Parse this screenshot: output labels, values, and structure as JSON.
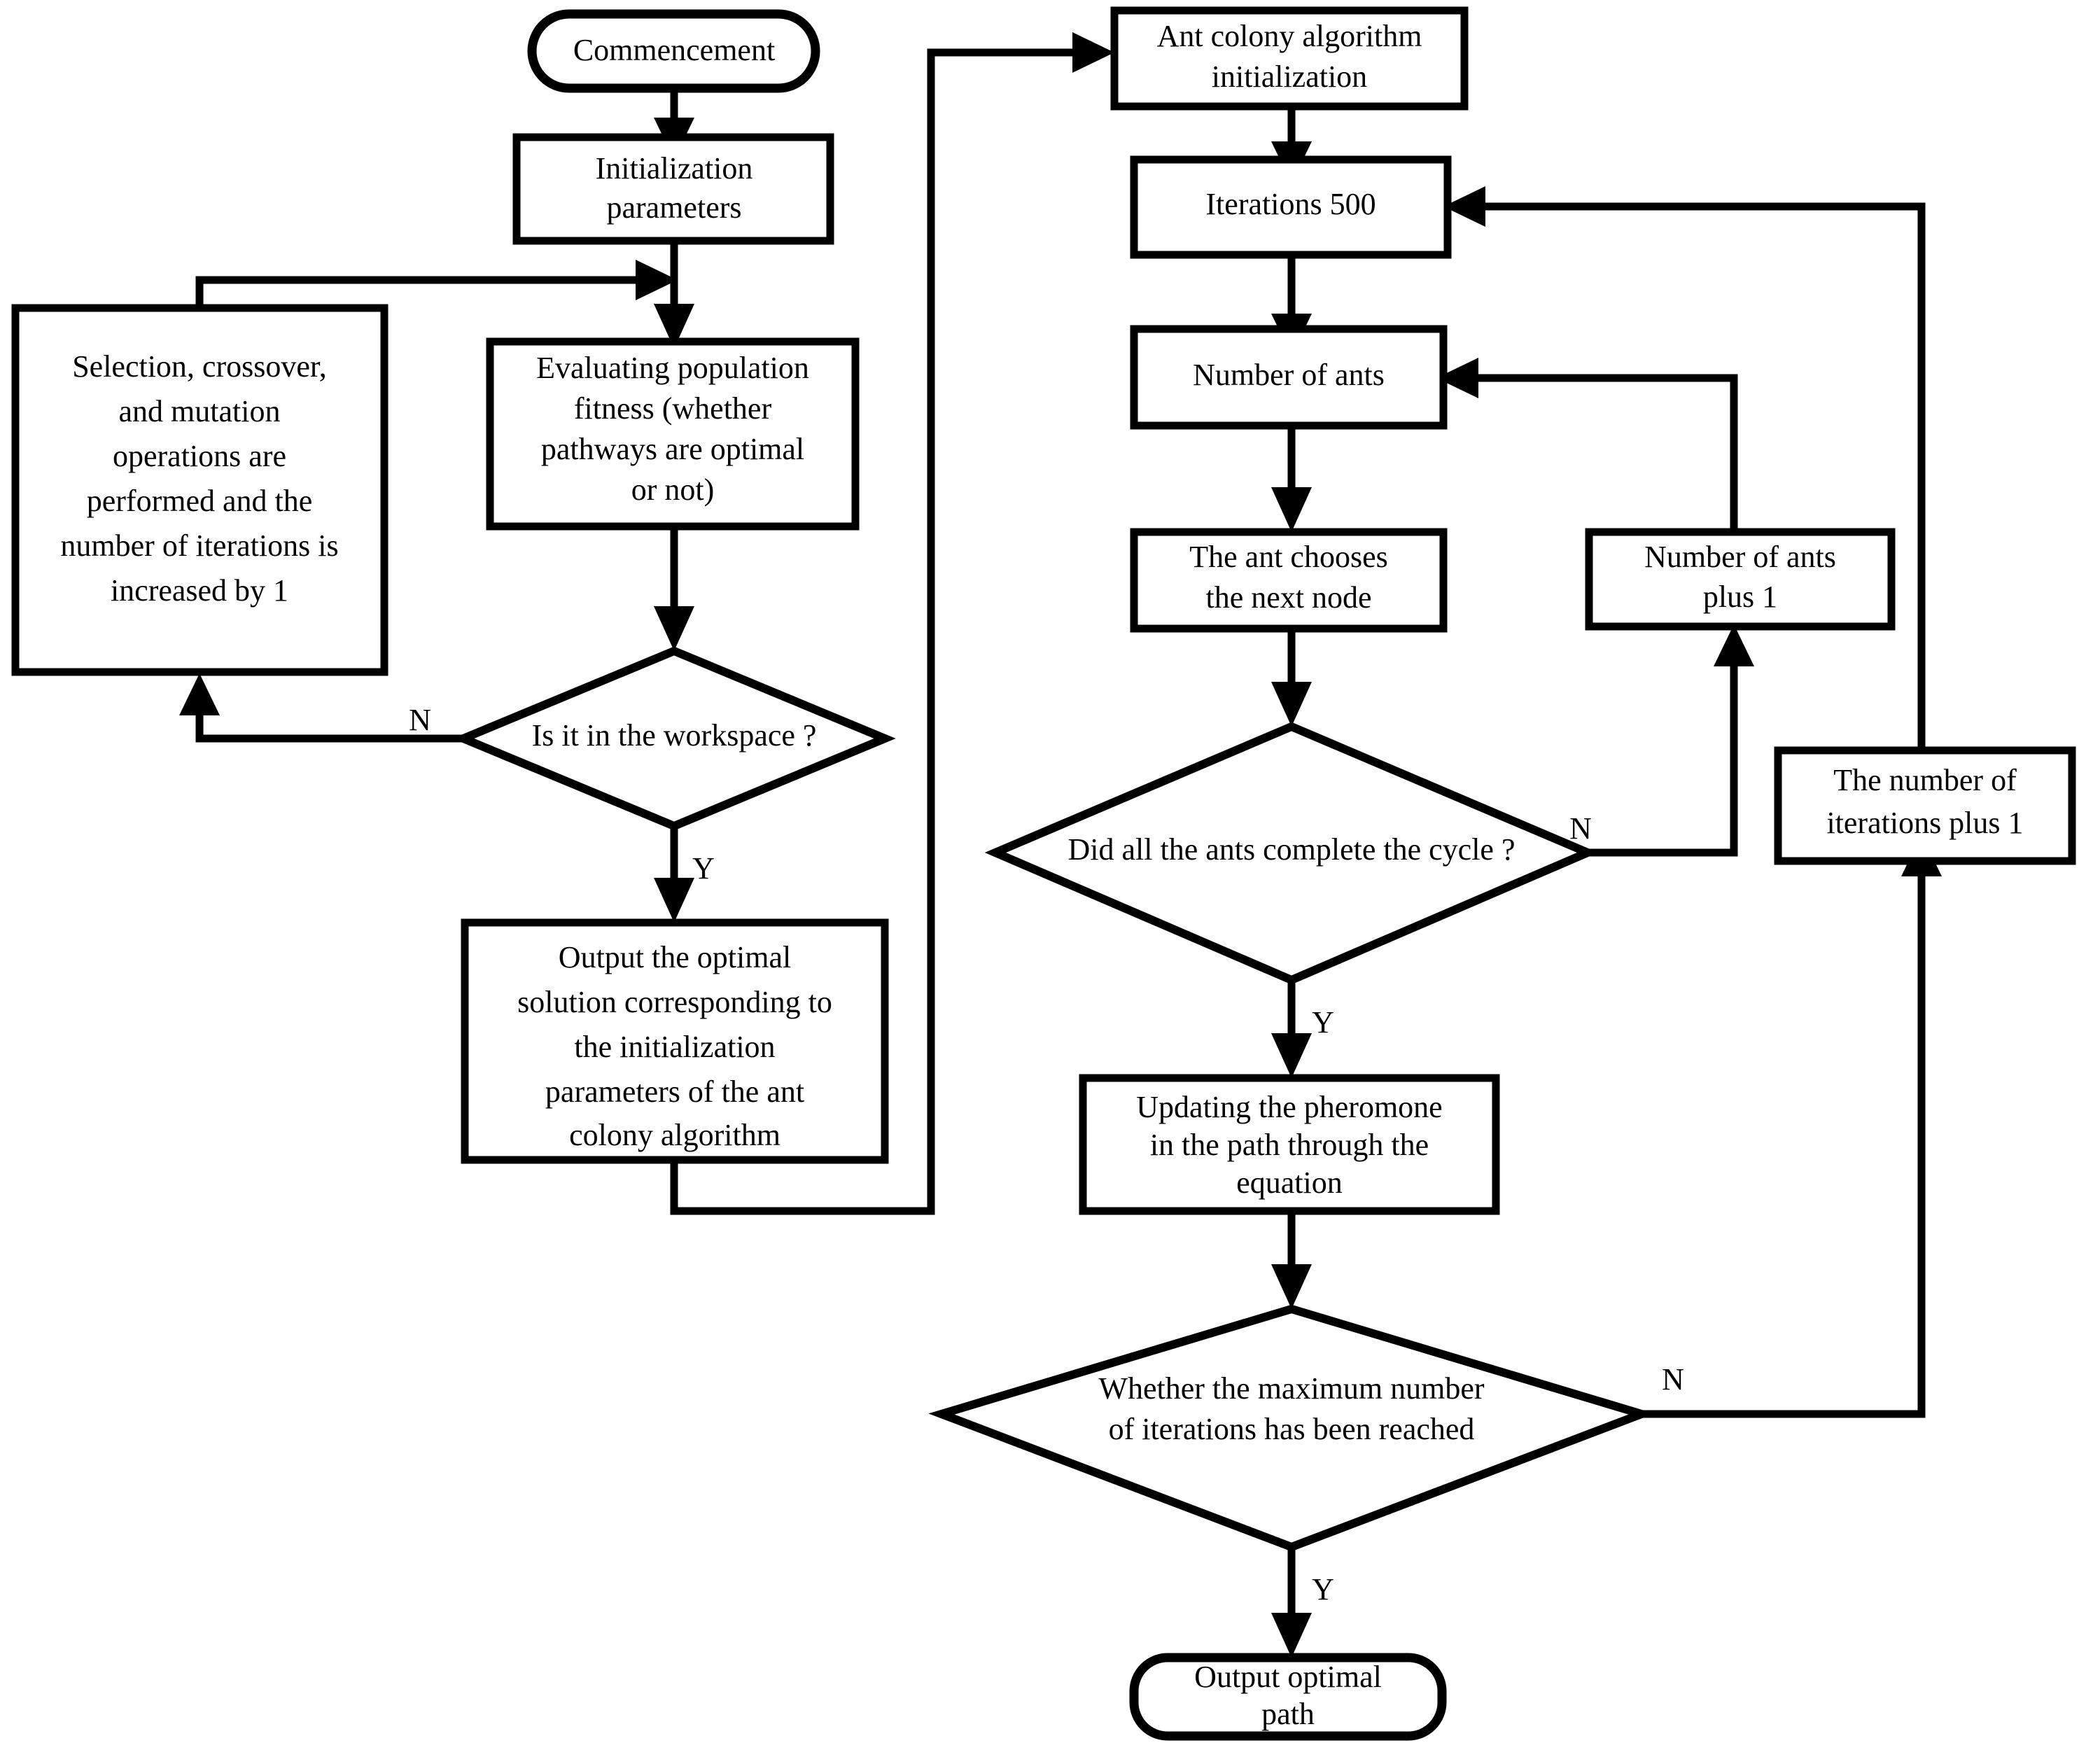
{
  "diagram": {
    "title": "Genetic algorithm and ant colony algorithm hybrid path planning flowchart",
    "stroke_color": "#000000",
    "fill_color": "#ffffff",
    "background": "#ffffff"
  },
  "nodes": {
    "commencement": {
      "shape": "terminal",
      "lines": [
        "Commencement"
      ]
    },
    "initialization_parameters": {
      "shape": "process",
      "lines": [
        "Initialization",
        "parameters"
      ]
    },
    "selection_crossover_mutation": {
      "shape": "process",
      "lines": [
        "Selection, crossover,",
        "and mutation",
        "operations are",
        "performed and the",
        "number of iterations is",
        "increased by 1"
      ]
    },
    "evaluating_population_fitness": {
      "shape": "process",
      "lines": [
        "Evaluating population",
        "fitness (whether",
        "pathways are optimal",
        "or not)"
      ]
    },
    "is_it_in_the_workspace": {
      "shape": "decision",
      "lines": [
        "Is it in the workspace ?"
      ]
    },
    "output_optimal_solution": {
      "shape": "process",
      "lines": [
        "Output the optimal",
        "solution corresponding to",
        "the initialization",
        "parameters of the ant",
        "colony algorithm"
      ]
    },
    "ant_colony_initialization": {
      "shape": "process",
      "lines": [
        "Ant colony algorithm",
        "initialization"
      ]
    },
    "iterations_500": {
      "shape": "process",
      "lines": [
        "Iterations 500"
      ]
    },
    "number_of_ants": {
      "shape": "process",
      "lines": [
        "Number of ants"
      ]
    },
    "ant_chooses_next_node": {
      "shape": "process",
      "lines": [
        "The ant chooses",
        "the next node"
      ]
    },
    "number_of_ants_plus_1": {
      "shape": "process",
      "lines": [
        "Number of ants",
        "plus 1"
      ]
    },
    "did_all_ants_complete_cycle": {
      "shape": "decision",
      "lines": [
        "Did all the ants complete the cycle ?"
      ]
    },
    "number_of_iterations_plus_1": {
      "shape": "process",
      "lines": [
        "The number of",
        "iterations plus 1"
      ]
    },
    "updating_pheromone": {
      "shape": "process",
      "lines": [
        "Updating the pheromone",
        "in the path through the",
        "equation"
      ]
    },
    "whether_max_iterations_reached": {
      "shape": "decision",
      "lines": [
        "Whether the maximum number",
        "of iterations has been reached"
      ]
    },
    "output_optimal_path": {
      "shape": "terminal",
      "lines": [
        "Output optimal",
        "path"
      ]
    }
  },
  "branch_labels": {
    "workspace_no": "N",
    "workspace_yes": "Y",
    "ants_cycle_no": "N",
    "ants_cycle_yes": "Y",
    "max_iterations_no": "N",
    "max_iterations_yes": "Y"
  },
  "edges": [
    {
      "from": "commencement",
      "to": "initialization_parameters",
      "label": ""
    },
    {
      "from": "initialization_parameters",
      "to": "evaluating_population_fitness",
      "label": ""
    },
    {
      "from": "evaluating_population_fitness",
      "to": "is_it_in_the_workspace",
      "label": ""
    },
    {
      "from": "is_it_in_the_workspace",
      "to": "selection_crossover_mutation",
      "label": "N"
    },
    {
      "from": "selection_crossover_mutation",
      "to": "evaluating_population_fitness",
      "label": ""
    },
    {
      "from": "is_it_in_the_workspace",
      "to": "output_optimal_solution",
      "label": "Y"
    },
    {
      "from": "output_optimal_solution",
      "to": "ant_colony_initialization",
      "label": ""
    },
    {
      "from": "ant_colony_initialization",
      "to": "iterations_500",
      "label": ""
    },
    {
      "from": "iterations_500",
      "to": "number_of_ants",
      "label": ""
    },
    {
      "from": "number_of_ants",
      "to": "ant_chooses_next_node",
      "label": ""
    },
    {
      "from": "ant_chooses_next_node",
      "to": "did_all_ants_complete_cycle",
      "label": ""
    },
    {
      "from": "did_all_ants_complete_cycle",
      "to": "number_of_ants_plus_1",
      "label": "N"
    },
    {
      "from": "number_of_ants_plus_1",
      "to": "number_of_ants",
      "label": ""
    },
    {
      "from": "did_all_ants_complete_cycle",
      "to": "updating_pheromone",
      "label": "Y"
    },
    {
      "from": "updating_pheromone",
      "to": "whether_max_iterations_reached",
      "label": ""
    },
    {
      "from": "whether_max_iterations_reached",
      "to": "number_of_iterations_plus_1",
      "label": "N"
    },
    {
      "from": "number_of_iterations_plus_1",
      "to": "iterations_500",
      "label": ""
    },
    {
      "from": "whether_max_iterations_reached",
      "to": "output_optimal_path",
      "label": "Y"
    }
  ]
}
